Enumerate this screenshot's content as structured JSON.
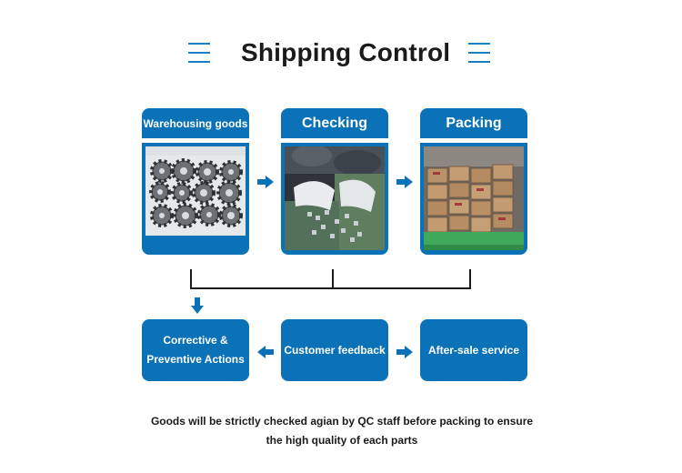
{
  "title": "Shipping Control",
  "steps": [
    {
      "label": "Warehousing goods",
      "image": "sintered-gears-photo"
    },
    {
      "label": "Checking",
      "image": "quality-inspection-photo"
    },
    {
      "label": "Packing",
      "image": "packed-boxes-photo"
    }
  ],
  "after_steps": {
    "corrective": "Corrective & Preventive Actions",
    "feedback": "Customer feedback",
    "after_sale": "After-sale service"
  },
  "caption": {
    "line1": "Goods will be strictly checked agian by QC staff before packing to ensure",
    "line2": "the high quality of each parts"
  },
  "colors": {
    "accent": "#0b72b8",
    "text": "#1a1a1a"
  }
}
